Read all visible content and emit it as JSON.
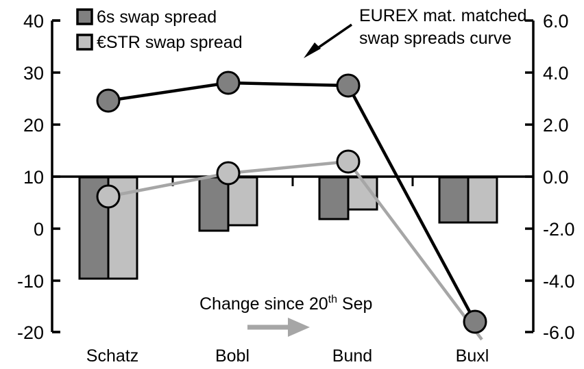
{
  "chart_data": {
    "type": "bar",
    "title": "",
    "subtitle": "",
    "categories": [
      "Schatz",
      "Bobl",
      "Bund",
      "Buxl"
    ],
    "series": [
      {
        "name": "6s swap spread",
        "kind": "bar",
        "axis": "right",
        "color": "#808080",
        "values": [
          -4.05,
          -1.95,
          -1.55,
          -1.75
        ]
      },
      {
        "name": "€STR swap spread",
        "kind": "bar",
        "axis": "right",
        "color": "#c0c0c0",
        "values": [
          -4.05,
          -1.85,
          -1.25,
          -1.75
        ]
      },
      {
        "name": "EUREX mat. matched swap spreads curve",
        "kind": "line",
        "axis": "left",
        "color": "#000000",
        "marker_fill": "#808080",
        "values": [
          24.5,
          28.0,
          27.4,
          -18.0
        ]
      },
      {
        "name": "Change since 20th Sep",
        "kind": "line",
        "axis": "left",
        "color": "#a6a6a6",
        "marker_fill": "#c0c0c0",
        "values": [
          6.2,
          10.6,
          12.8,
          -20.4
        ]
      }
    ],
    "left_axis": {
      "label": "",
      "ticks": [
        "40",
        "30",
        "20",
        "10",
        "0",
        "-10",
        "-20"
      ],
      "tick_values": [
        40,
        30,
        20,
        10,
        0,
        -10,
        -20
      ],
      "ylim": [
        -20,
        40
      ]
    },
    "right_axis": {
      "label": "",
      "ticks": [
        "6.0",
        "4.0",
        "2.0",
        "0.0",
        "-2.0",
        "-4.0",
        "-6.0"
      ],
      "tick_values": [
        6.0,
        4.0,
        2.0,
        0.0,
        -2.0,
        -4.0,
        -6.0
      ],
      "ylim": [
        -6.0,
        6.0
      ]
    },
    "xlabel": "",
    "grid": false,
    "zero_line_value_left": 10,
    "zero_line_value_right": 0.0,
    "legend": {
      "position": "top-left",
      "entries": [
        {
          "label": "6s swap spread",
          "color": "#808080"
        },
        {
          "label": "€STR swap spread",
          "color": "#c0c0c0"
        }
      ]
    },
    "annotations": [
      {
        "name": "curve-callout",
        "line1": "EUREX mat. matched",
        "line2": "swap spreads curve",
        "arrow": "down-left",
        "arrow_color": "#000000"
      },
      {
        "name": "change-since-callout",
        "text_main": "Change since 20",
        "text_sup": "th",
        "text_tail": " Sep",
        "arrow": "right",
        "arrow_color": "#a6a6a6"
      }
    ]
  },
  "legend": {
    "entry0": "6s swap spread",
    "entry1": "€STR swap spread"
  },
  "left_axis_ticks": {
    "t0": "40",
    "t1": "30",
    "t2": "20",
    "t3": "10",
    "t4": "0",
    "t5": "-10",
    "t6": "-20"
  },
  "right_axis_ticks": {
    "t0": "6.0",
    "t1": "4.0",
    "t2": "2.0",
    "t3": "0.0",
    "t4": "-2.0",
    "t5": "-4.0",
    "t6": "-6.0"
  },
  "categories": {
    "c0": "Schatz",
    "c1": "Bobl",
    "c2": "Bund",
    "c3": "Buxl"
  },
  "annotations": {
    "curve_line1": "EUREX mat. matched",
    "curve_line2": "swap spreads curve",
    "change_main": "Change since 20",
    "change_sup": "th",
    "change_tail": " Sep"
  },
  "colors": {
    "bar_dark": "#808080",
    "bar_light": "#c0c0c0",
    "line_black": "#000000",
    "line_gray": "#a6a6a6",
    "axis": "#000000"
  }
}
